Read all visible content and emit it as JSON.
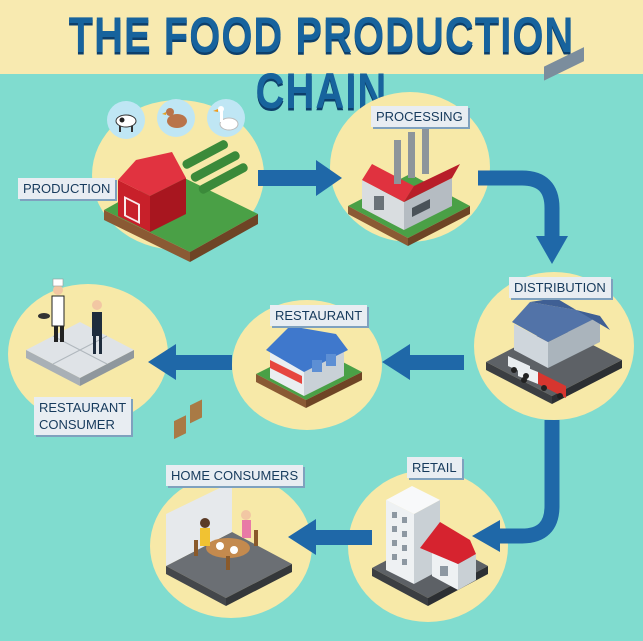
{
  "title": "THE FOOD PRODUCTION CHAIN",
  "stages": {
    "production": "PRODUCTION",
    "processing": "PROCESSING",
    "distribution": "DISTRIBUTION",
    "restaurant": "RESTAURANT",
    "restaurant_consumer_line1": "RESTAURANT",
    "restaurant_consumer_line2": "CONSUMER",
    "retail": "RETAIL",
    "home_consumers": "HOME CONSUMERS"
  },
  "colors": {
    "background": "#80dccf",
    "header": "#f8eab0",
    "title": "#17639d",
    "bubble": "#f7e9a8",
    "arrow": "#1f68a8"
  }
}
